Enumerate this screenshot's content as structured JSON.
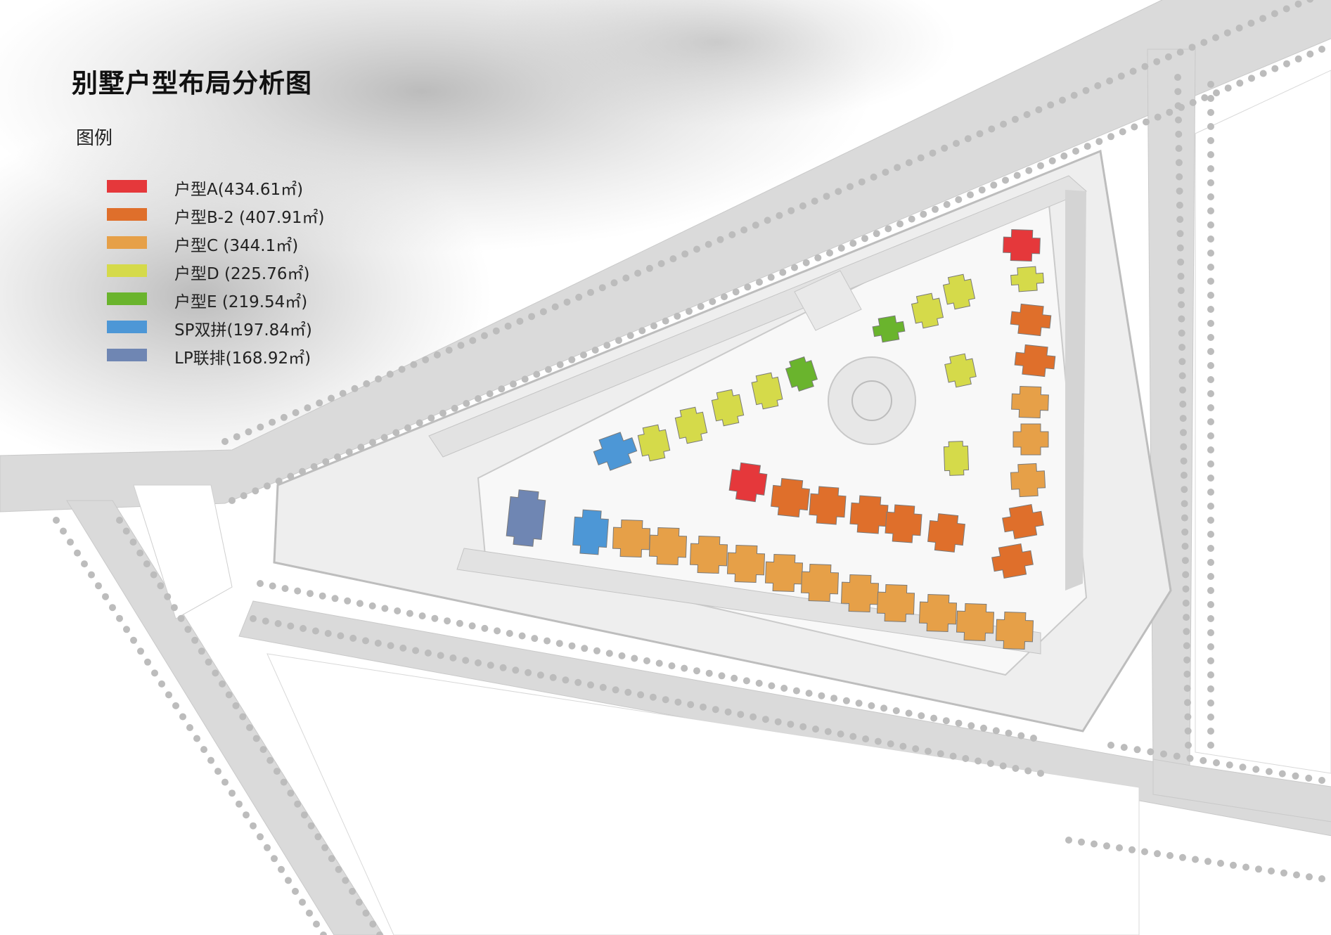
{
  "title": "别墅户型布局分析图",
  "legend": {
    "heading": "图例",
    "items": [
      {
        "id": "A",
        "label": "户型A(434.61㎡)",
        "color": "#e5383b"
      },
      {
        "id": "B2",
        "label": "户型B-2 (407.91㎡)",
        "color": "#df6f2b"
      },
      {
        "id": "C",
        "label": "户型C (344.1㎡)",
        "color": "#e6a048"
      },
      {
        "id": "D",
        "label": "户型D (225.76㎡)",
        "color": "#d5da4a"
      },
      {
        "id": "E",
        "label": "户型E (219.54㎡)",
        "color": "#6ab42d"
      },
      {
        "id": "SP",
        "label": "SP双拼(197.84㎡)",
        "color": "#4d97d6"
      },
      {
        "id": "LP",
        "label": "LP联排(168.92㎡)",
        "color": "#6f86b3"
      }
    ]
  },
  "colors": {
    "road": "#dadada",
    "site": "#f4f4f4",
    "tree": "#b9b9b9"
  }
}
